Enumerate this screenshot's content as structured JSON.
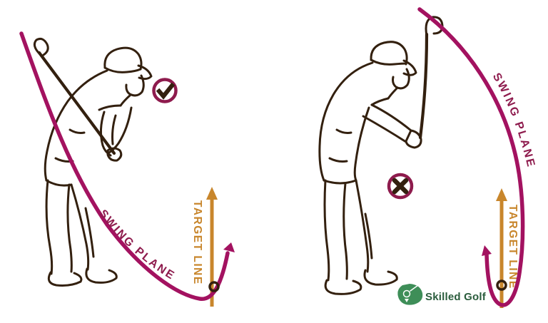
{
  "canvas": {
    "background": "#ffffff"
  },
  "colors": {
    "outline_brown": "#33200F",
    "swing_plane_pink": "#A31260",
    "label_maroon": "#8E1B4D",
    "target_orange": "#C8862C",
    "logo_green": "#3E8E58",
    "logo_text_green": "#2A5C3C"
  },
  "left_diagram": {
    "swing_plane_label": "SWING PLANE",
    "target_line_label": "TARGET LINE",
    "verdict_icon": "check-icon"
  },
  "right_diagram": {
    "swing_plane_label": "SWING PLANE",
    "target_line_label": "TARGET LINE",
    "verdict_icon": "cross-icon"
  },
  "watermark": {
    "text": "Skilled Golf",
    "icon": "skilled-golf-logo-icon"
  }
}
